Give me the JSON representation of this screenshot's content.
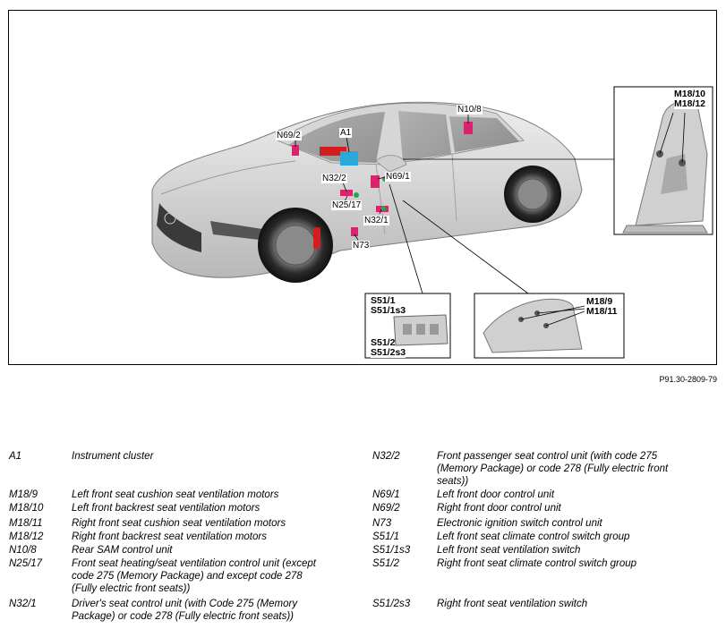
{
  "diagram": {
    "callouts": {
      "n69_2": "N69/2",
      "a1": "A1",
      "n10_8": "N10/8",
      "n32_2": "N32/2",
      "n69_1": "N69/1",
      "n25_17": "N25/17",
      "n32_1": "N32/1",
      "n73": "N73"
    },
    "inset_backrest": [
      "M18/10",
      "M18/12"
    ],
    "inset_switch_top": [
      "S51/1",
      "S51/1s3"
    ],
    "inset_switch_bottom": [
      "S51/2",
      "S51/2s3"
    ],
    "inset_cushion": [
      "M18/9",
      "M18/11"
    ],
    "colors": {
      "magenta": "#d8246c",
      "cyan": "#2aa8d8",
      "green": "#27a34a",
      "red": "#d21e1e"
    }
  },
  "reference": "P91.30-2809-79",
  "legend": {
    "left": [
      {
        "code": "A1",
        "desc": [
          "Instrument cluster"
        ]
      },
      {
        "code": "M18/9",
        "desc": [
          "Left front seat cushion seat ventilation motors"
        ]
      },
      {
        "code": "M18/10",
        "desc": [
          "Left front backrest seat ventilation motors"
        ]
      },
      {
        "code": "M18/11",
        "desc": [
          "Right front seat cushion seat ventilation motors"
        ]
      },
      {
        "code": "M18/12",
        "desc": [
          "Right front backrest seat ventilation motors"
        ]
      },
      {
        "code": "N10/8",
        "desc": [
          "Rear SAM control unit"
        ]
      },
      {
        "code": "N25/17",
        "desc": [
          "Front seat heating/seat ventilation control unit (except",
          "code 275 (Memory Package) and except code 278",
          "(Fully electric front seats))"
        ]
      },
      {
        "code": "N32/1",
        "desc": [
          "Driver's seat control unit (with Code 275 (Memory",
          "Package) or code 278 (Fully electric front seats))"
        ]
      }
    ],
    "right": [
      {
        "code": "N32/2",
        "desc": [
          "Front passenger seat control unit (with code 275",
          "(Memory Package) or code 278 (Fully electric front",
          "seats))"
        ]
      },
      {
        "code": "N69/1",
        "desc": [
          "Left front door control unit"
        ]
      },
      {
        "code": "N69/2",
        "desc": [
          "Right front door control unit"
        ]
      },
      {
        "code": "N73",
        "desc": [
          "Electronic ignition switch control unit"
        ]
      },
      {
        "code": "S51/1",
        "desc": [
          "Left front seat climate control switch group"
        ]
      },
      {
        "code": "S51/1s3",
        "desc": [
          "Left front seat ventilation switch"
        ]
      },
      {
        "code": "S51/2",
        "desc": [
          "Right front seat climate control switch group"
        ]
      },
      {
        "code": "S51/2s3",
        "desc": [
          "Right front seat ventilation switch"
        ]
      }
    ]
  }
}
